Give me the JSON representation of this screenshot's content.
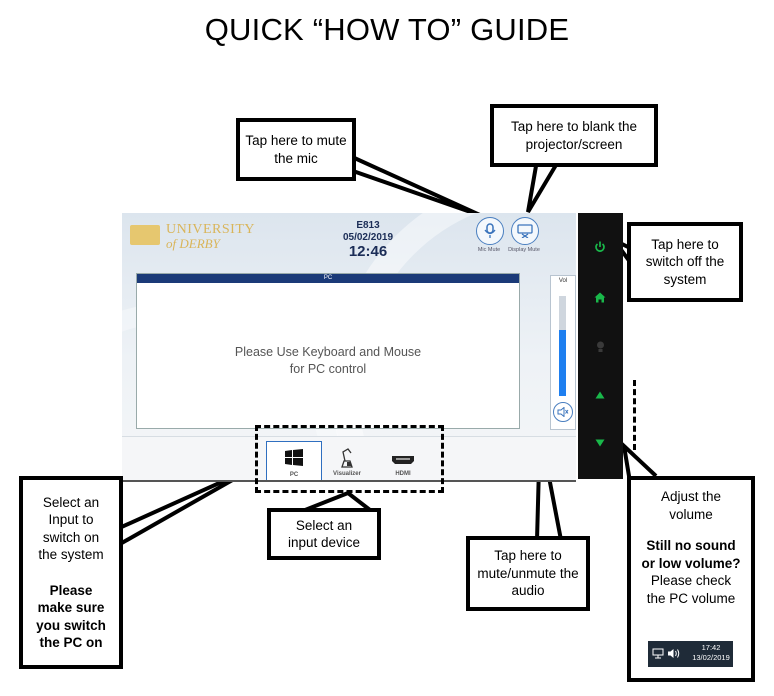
{
  "title": "QUICK “HOW TO” GUIDE",
  "panel": {
    "logo_line1": "UNIVERSITY",
    "logo_line2": "of DERBY",
    "room": "E813",
    "date": "05/02/2019",
    "time": "12:46",
    "mic_label": "Mic Mute",
    "display_label": "Display Mute",
    "window_title": "PC",
    "window_message_1": "Please Use Keyboard and Mouse",
    "window_message_2": "for PC control",
    "volume_label": "Vol",
    "volume_level": 0.66,
    "sources": [
      {
        "label": "PC",
        "selected": true,
        "icon": "windows-icon"
      },
      {
        "label": "Visualizer",
        "selected": false,
        "icon": "visualizer-icon"
      },
      {
        "label": "HDMI",
        "selected": false,
        "icon": "hdmi-icon"
      }
    ]
  },
  "sidebar": {
    "icons": [
      "power-icon",
      "home-icon",
      "lightbulb-icon",
      "volume-up-icon",
      "volume-down-icon"
    ],
    "accent": "#19b84a"
  },
  "callouts": {
    "mic": "Tap here to mute the mic",
    "blank": "Tap here to blank the projector/screen",
    "power": "Tap here to switch off the system",
    "select_input_1": "Select an",
    "select_input_2": "Input to",
    "select_input_3": "switch on",
    "select_input_4": "the system",
    "select_input_bold_1": "Please",
    "select_input_bold_2": "make sure",
    "select_input_bold_3": "you switch",
    "select_input_bold_4": "the PC on",
    "device": "Select an input device",
    "audio": "Tap here to mute/unmute the audio",
    "volume_1": "Adjust the volume",
    "volume_bold": "Still no sound or low volume?",
    "volume_2": "Please check the PC volume"
  },
  "taskbar": {
    "time": "17:42",
    "date": "13/02/2019"
  }
}
